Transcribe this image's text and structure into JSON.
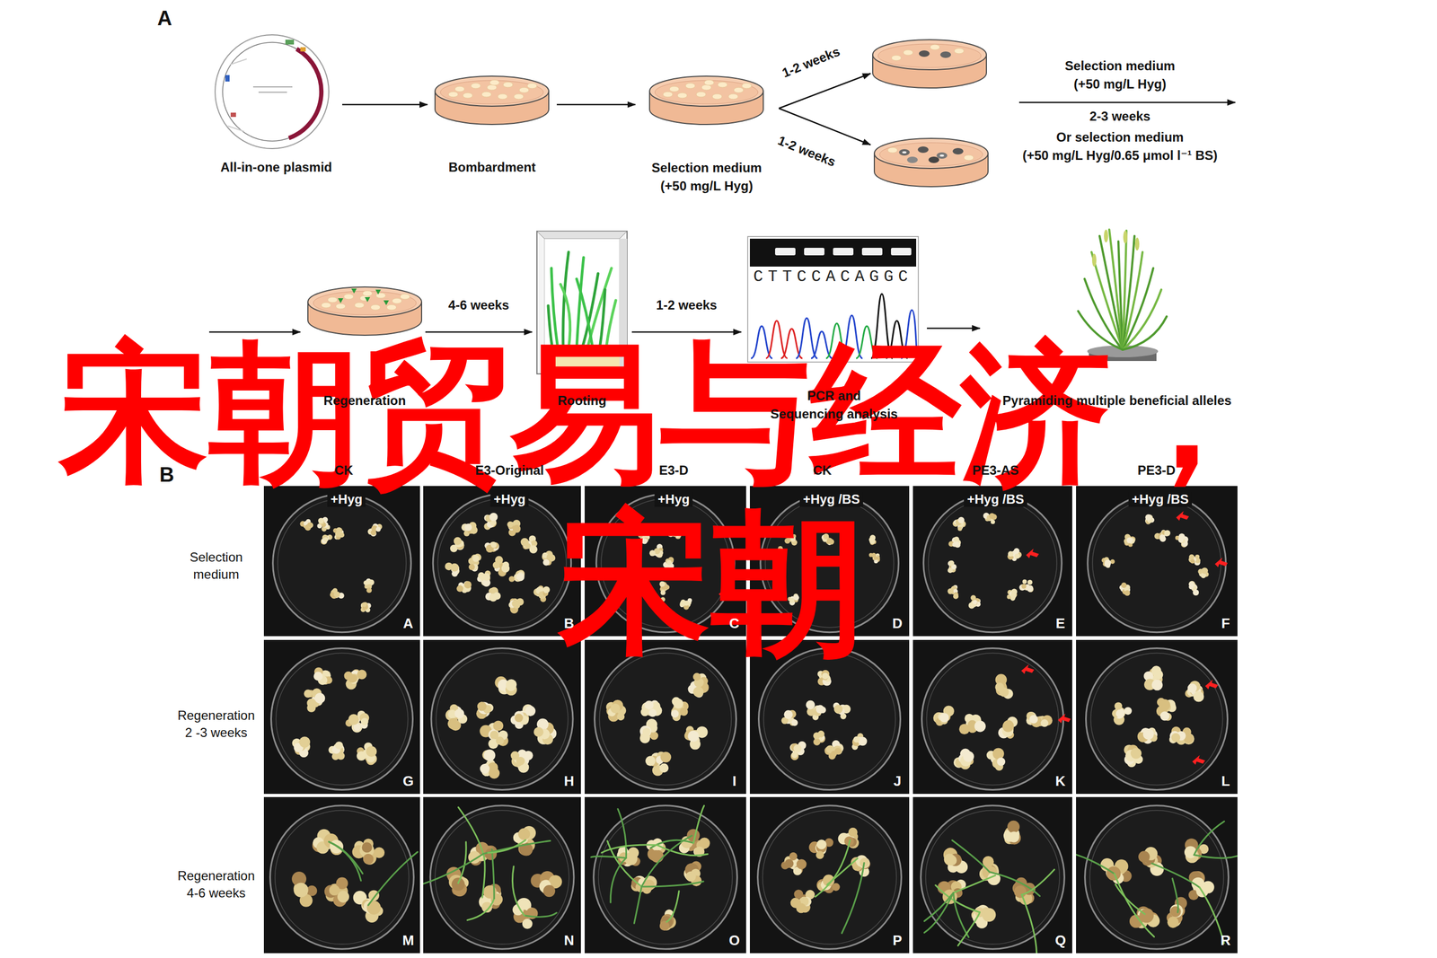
{
  "diagram": {
    "nodes": [
      {
        "text": [
          "All-in-one plasmid"
        ]
      },
      {
        "text": [
          "Bombardment"
        ]
      },
      {
        "text": [
          "Selection medium (+50 mg/L Hyg)"
        ]
      },
      {
        "text": [
          "Regeneration"
        ]
      },
      {
        "text": [
          "Rooting"
        ]
      },
      {
        "text": [
          "PCR and Sequencing analysis"
        ]
      },
      {
        "text": [
          "Pyramiding multiple beneficial alleles"
        ]
      }
    ],
    "edges": [
      {
        "from": 0,
        "to": 1,
        "arrow": "to"
      },
      {
        "from": 1,
        "to": 2,
        "arrow": "to"
      },
      {
        "from": 3,
        "to": 4,
        "label": "4-6 weeks",
        "arrow": "to"
      },
      {
        "from": 4,
        "to": 5,
        "label": "1-2 weeks",
        "arrow": "to"
      },
      {
        "from": 5,
        "to": 6,
        "arrow": "to"
      }
    ],
    "labels": [
      "A",
      "1-2 weeks",
      "1-2 weeks",
      "Selection medium",
      "(+50 mg/L Hyg)",
      "2-3 weeks",
      "Or selection medium",
      "(+50 mg/L Hyg/0.65 μmol l⁻¹ BS)",
      "CTTCCACAGGC",
      "B",
      "CK",
      "E3-Original",
      "E3-D",
      "CK",
      "PE3-AS",
      "PE3-D",
      "+Hyg",
      "+Hyg",
      "+Hyg",
      "+Hyg /BS",
      "+Hyg /BS",
      "+Hyg /BS",
      "Selection medium",
      "Regeneration 2 -3 weeks",
      "Regeneration 4-6 weeks",
      "A",
      "B",
      "C",
      "D",
      "E",
      "F",
      "G",
      "H",
      "I",
      "J",
      "K",
      "L",
      "M",
      "N",
      "O",
      "P",
      "Q",
      "R",
      "宋朝贸易与经济，",
      "宋朝"
    ]
  }
}
